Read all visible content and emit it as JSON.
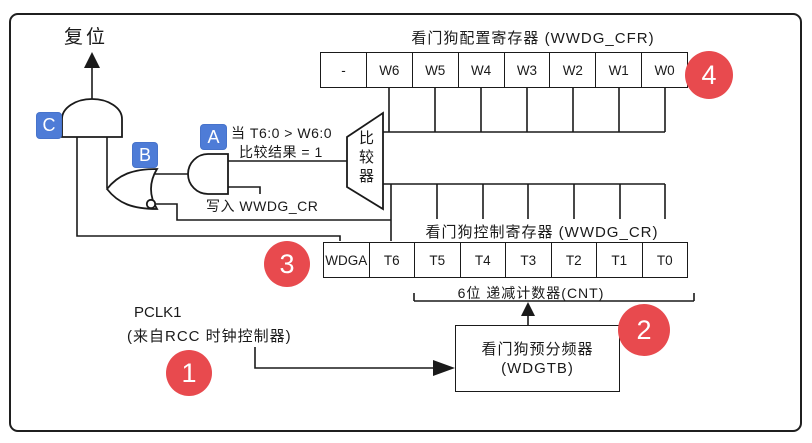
{
  "diagram_title": "WWDG window watchdog block diagram",
  "labels": {
    "reset": "复位",
    "cfr_title": "看门狗配置寄存器 (WWDG_CFR)",
    "cr_title": "看门狗控制寄存器 (WWDG_CR)",
    "cnt": "6位 递减计数器(CNT)",
    "comparator": "比较器",
    "cond1": "当 T6:0 > W6:0",
    "cond2": "比较结果 = 1",
    "write_cr": "写入 WWDG_CR",
    "pclk1": "PCLK1",
    "pclk1_src": "(来自RCC 时钟控制器)",
    "prescaler1": "看门狗预分频器",
    "prescaler2": "(WDGTB)"
  },
  "cfr_register": {
    "cells": [
      "-",
      "W6",
      "W5",
      "W4",
      "W3",
      "W2",
      "W1",
      "W0"
    ]
  },
  "cr_register": {
    "cells": [
      "WDGA",
      "T6",
      "T5",
      "T4",
      "T3",
      "T2",
      "T1",
      "T0"
    ]
  },
  "badges": {
    "a": "A",
    "b": "B",
    "c": "C"
  },
  "markers": {
    "m1": "1",
    "m2": "2",
    "m3": "3",
    "m4": "4"
  },
  "colors": {
    "badge_blue": "#4e7cd7",
    "marker_red": "#e84a4e",
    "line_black": "#1a1a1a",
    "background": "#ffffff"
  }
}
